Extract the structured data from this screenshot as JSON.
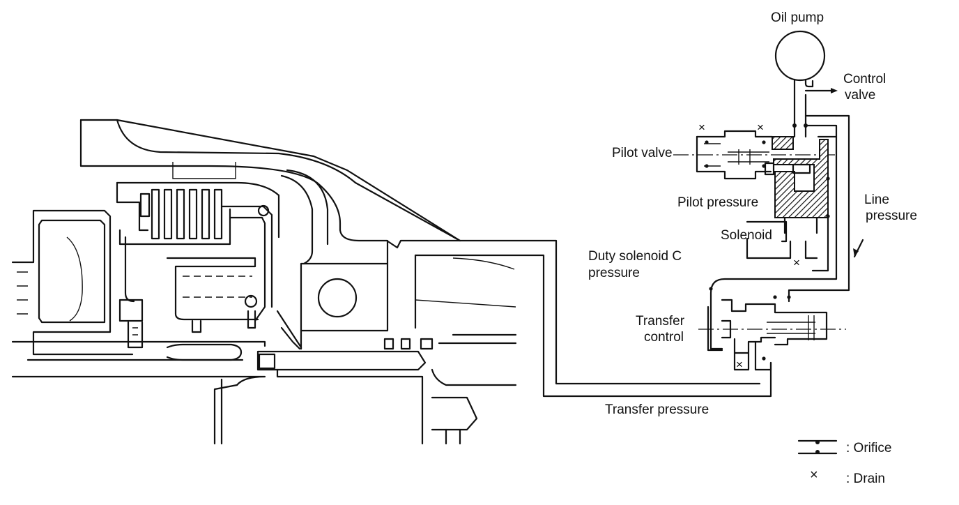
{
  "labels": {
    "oil_pump": "Oil pump",
    "control_valve_1": "Control",
    "control_valve_2": "valve",
    "pilot_valve": "Pilot valve",
    "pilot_pressure": "Pilot pressure",
    "line_pressure_1": "Line",
    "line_pressure_2": "pressure",
    "solenoid": "Solenoid",
    "duty_solenoid_1": "Duty solenoid C",
    "duty_solenoid_2": "pressure",
    "transfer_control_1": "Transfer",
    "transfer_control_2": "control",
    "transfer_pressure": "Transfer pressure"
  },
  "legend": {
    "orifice": ": Orifice",
    "drain_symbol": "×",
    "drain": ": Drain"
  },
  "colors": {
    "ink": "#111111",
    "paper": "#ffffff"
  }
}
